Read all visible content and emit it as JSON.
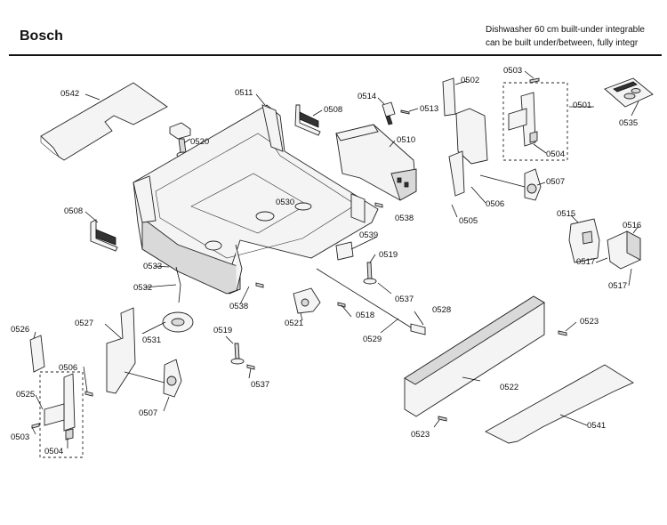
{
  "header": {
    "brand": "Bosch",
    "title_line1": "Dishwasher 60 cm built-under integrable",
    "title_line2": "can be built under/between, fully integr"
  },
  "callouts": [
    {
      "id": "c0542a",
      "text": "0542"
    },
    {
      "id": "c0511",
      "text": "0511"
    },
    {
      "id": "c0514",
      "text": "0514"
    },
    {
      "id": "c0502",
      "text": "0502"
    },
    {
      "id": "c0503a",
      "text": "0503"
    },
    {
      "id": "c0501",
      "text": "0501"
    },
    {
      "id": "c0508a",
      "text": "0508"
    },
    {
      "id": "c0513",
      "text": "0513"
    },
    {
      "id": "c0535",
      "text": "0535"
    },
    {
      "id": "c0520",
      "text": "0520"
    },
    {
      "id": "c0510",
      "text": "0510"
    },
    {
      "id": "c0504a",
      "text": "0504"
    },
    {
      "id": "c0507a",
      "text": "0507"
    },
    {
      "id": "c0506a",
      "text": "0506"
    },
    {
      "id": "c0508b",
      "text": "0508"
    },
    {
      "id": "c0530",
      "text": "0530"
    },
    {
      "id": "c0538a",
      "text": "0538"
    },
    {
      "id": "c0505",
      "text": "0505"
    },
    {
      "id": "c0515",
      "text": "0515"
    },
    {
      "id": "c0516",
      "text": "0516"
    },
    {
      "id": "c0539",
      "text": "0539"
    },
    {
      "id": "c0519a",
      "text": "0519"
    },
    {
      "id": "c0517a",
      "text": "0517"
    },
    {
      "id": "c0533",
      "text": "0533"
    },
    {
      "id": "c0537a",
      "text": "0537"
    },
    {
      "id": "c0517b",
      "text": "0517"
    },
    {
      "id": "c0532",
      "text": "0532"
    },
    {
      "id": "c0538b",
      "text": "0538"
    },
    {
      "id": "c0528",
      "text": "0528"
    },
    {
      "id": "c0521",
      "text": "0521"
    },
    {
      "id": "c0518",
      "text": "0518"
    },
    {
      "id": "c0523a",
      "text": "0523"
    },
    {
      "id": "c0526",
      "text": "0526"
    },
    {
      "id": "c0527",
      "text": "0527"
    },
    {
      "id": "c0531",
      "text": "0531"
    },
    {
      "id": "c0519b",
      "text": "0519"
    },
    {
      "id": "c0529",
      "text": "0529"
    },
    {
      "id": "c0506b",
      "text": "0506"
    },
    {
      "id": "c0537b",
      "text": "0537"
    },
    {
      "id": "c0522",
      "text": "0522"
    },
    {
      "id": "c0525",
      "text": "0525"
    },
    {
      "id": "c0507b",
      "text": "0507"
    },
    {
      "id": "c0541",
      "text": "0541"
    },
    {
      "id": "c0503b",
      "text": "0503"
    },
    {
      "id": "c0523b",
      "text": "0523"
    },
    {
      "id": "c0504b",
      "text": "0504"
    }
  ]
}
